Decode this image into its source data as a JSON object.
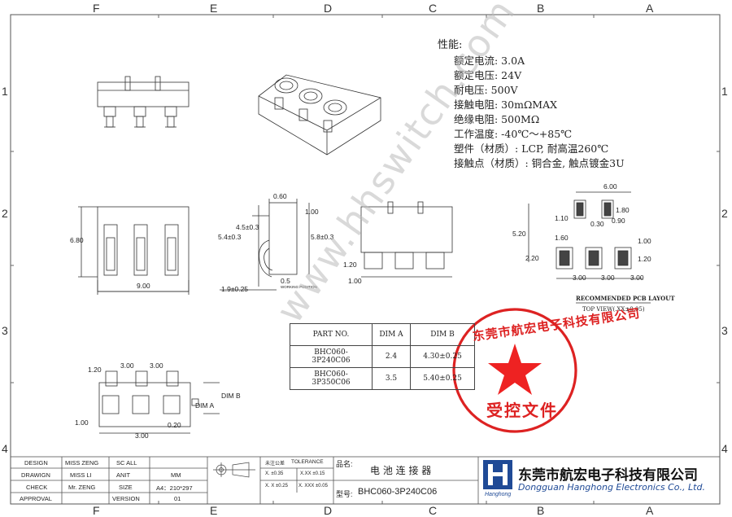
{
  "zones": {
    "letters": [
      "F",
      "E",
      "D",
      "C",
      "B",
      "A"
    ],
    "numbers": [
      "1",
      "2",
      "3",
      "4"
    ]
  },
  "specs": {
    "title": "性能:",
    "lines": [
      "额定电流: 3.0A",
      "额定电压: 24V",
      "耐电压: 500V",
      "接触电阻: 30mΩMAX",
      "绝缘电阻: 500MΩ",
      "工作温度: -40℃～+85℃",
      "塑件（材质）: LCP, 耐高温260℃",
      "接触点（材质）: 铜合金, 触点镀金3U"
    ]
  },
  "dims": {
    "front_width": "9.00",
    "front_height": "6.80",
    "side_top": "0.60",
    "side_a": "1.00",
    "side_45": "4.5±0.3",
    "side_54": "5.4±0.3",
    "side_58": "5.8±0.3",
    "side_05": "0.5",
    "side_19": "1.9±0.25",
    "side_working": "WORKING POSITION",
    "right_120": "1.20",
    "right_100": "1.00",
    "bottom_120": "1.20",
    "bottom_300a": "3.00",
    "bottom_300b": "3.00",
    "bottom_dimb": "DIM B",
    "bottom_dima": "DIM A",
    "bottom_100": "1.00",
    "bottom_020": "0.20",
    "bottom_300c": "3.00",
    "pcb_600": "6.00",
    "pcb_110": "1.10",
    "pcb_180": "1.80",
    "pcb_030": "0.30",
    "pcb_090": "0.90",
    "pcb_520": "5.20",
    "pcb_160": "1.60",
    "pcb_100": "1.00",
    "pcb_220": "2.20",
    "pcb_120": "1.20",
    "pcb_300a": "3.00",
    "pcb_300b": "3.00",
    "pcb_300c": "3.00"
  },
  "pcb_caption": {
    "line1": "RECOMMENDED PCB LAYOUT",
    "line2": "TOP VIEW(.XX±0.05)"
  },
  "part_table": {
    "headers": [
      "PART NO.",
      "DIM A",
      "DIM B"
    ],
    "rows": [
      [
        "BHC060-3P240C06",
        "2.4",
        "4.30±0.25"
      ],
      [
        "BHC060-3P350C06",
        "3.5",
        "5.40±0.25"
      ]
    ]
  },
  "watermark": "www.hhswitch.com",
  "stamp": {
    "ring": "东莞市航宏电子科技有限公司",
    "center": "受控文件",
    "color": "#d22222"
  },
  "title_block": {
    "design_label": "DESIGN",
    "design_name": "MISS ZENG",
    "scale_label": "SC ALL",
    "drawing_label": "DRAWIGN",
    "drawing_name": "MISS LI",
    "unit_label": "ANIT",
    "unit_value": "MM",
    "check_label": "CHECK",
    "check_name": "Mr. ZENG",
    "size_label": "SIZE",
    "size_value": "A4：210*297",
    "approval_label": "APPROVAL",
    "version_label": "VERSION",
    "version_value": "01",
    "tol_note": "未注公差",
    "tol_label": "TOLERANCE",
    "tol_1": "X. ±0.35",
    "tol_2": "X.XX ±0.15",
    "tol_3": "X. X ±0.25",
    "tol_4": "X. XXX ±0.05",
    "product_label": "品名:",
    "product_name": "电 池 连 接 器",
    "model_label": "型号:",
    "model_value": "BHC060-3P240C06",
    "company_cn": "东莞市航宏电子科技有限公司",
    "company_en": "Dongguan Hanghong Electronics Co., Ltd.",
    "logo_text": "Hanghong",
    "brand_color": "#1f4a96"
  }
}
